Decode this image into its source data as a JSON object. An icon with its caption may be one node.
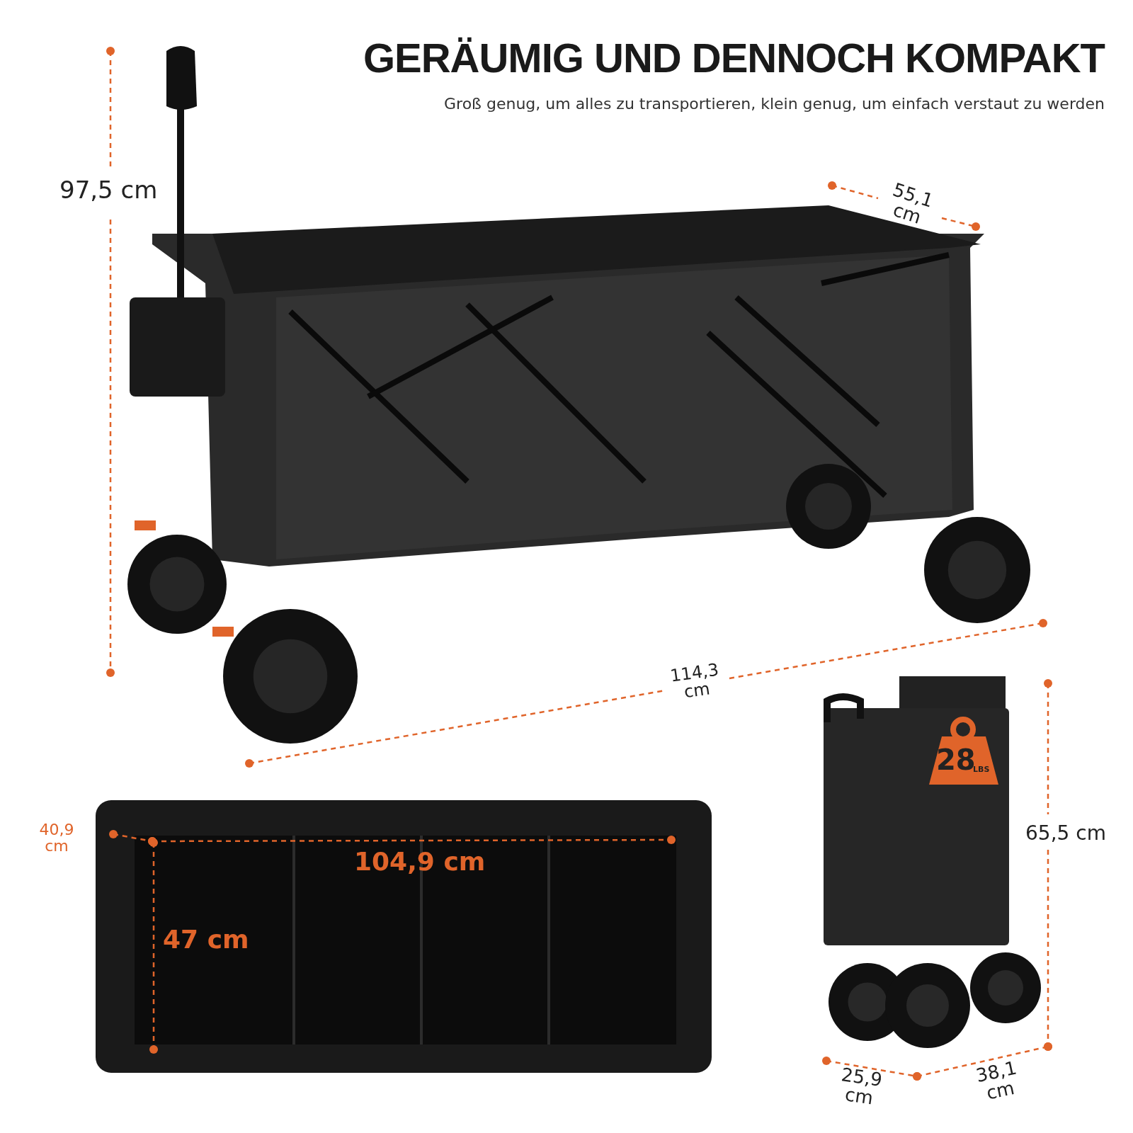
{
  "diagram": {
    "title": "GERÄUMIG UND DENNOCH KOMPAKT",
    "labels": [
      "Groß genug, um alles zu transportieren, klein genug, um einfach verstaut zu werden",
      "97,5 cm",
      "55,1 cm",
      "114,3 cm",
      "40,9 cm",
      "104,9 cm",
      "28",
      "LBS",
      "65,5 cm",
      "47 cm",
      "25,9 cm",
      "38,1 cm"
    ]
  }
}
